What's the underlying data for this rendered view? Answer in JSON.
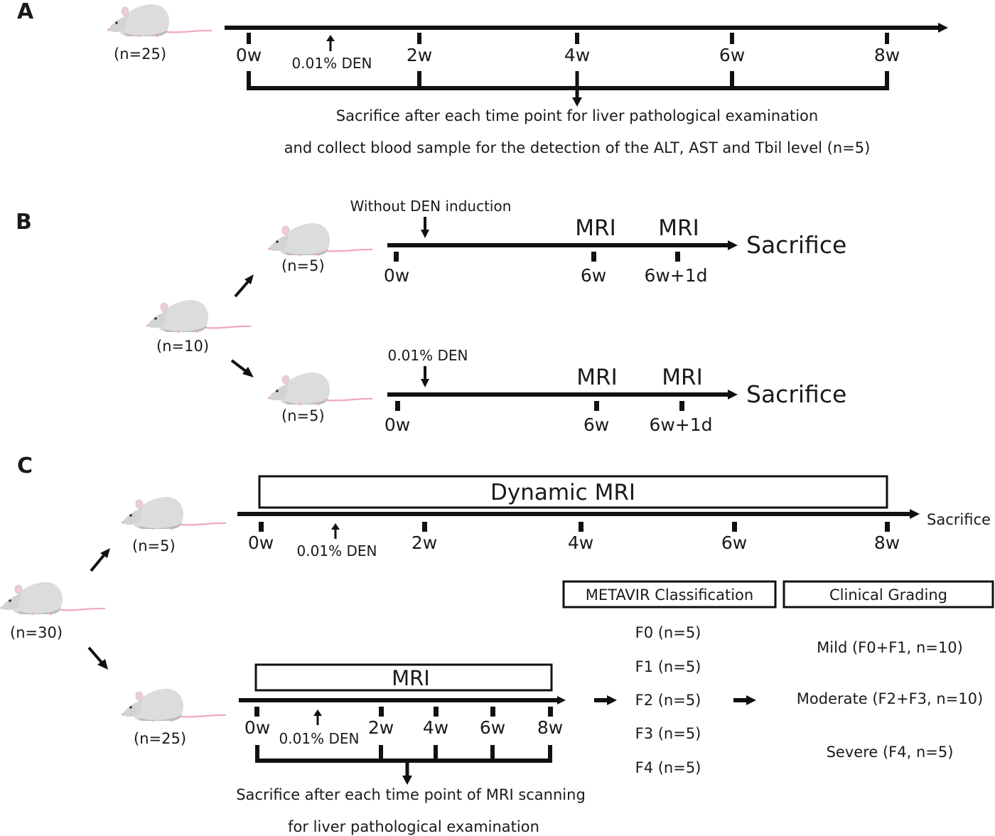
{
  "panels": {
    "a": {
      "letter": "A",
      "n": "(n=25)",
      "ticks": [
        "0w",
        "2w",
        "4w",
        "6w",
        "8w"
      ],
      "den": "0.01% DEN",
      "caption_line1": "Sacrifice after each time point for liver pathological examination",
      "caption_line2": "and collect blood sample for the detection of the ALT, AST and Tbil level  (n=5)"
    },
    "b": {
      "letter": "B",
      "n_root": "(n=10)",
      "top": {
        "n": "(n=5)",
        "note": "Without DEN induction",
        "mri1": "MRI",
        "mri2": "MRI",
        "ticks": [
          "0w",
          "6w",
          "6w+1d"
        ],
        "end": "Sacrifice"
      },
      "bottom": {
        "n": "(n=5)",
        "note": "0.01% DEN",
        "mri1": "MRI",
        "mri2": "MRI",
        "ticks": [
          "0w",
          "6w",
          "6w+1d"
        ],
        "end": "Sacrifice"
      }
    },
    "c": {
      "letter": "C",
      "n_root": "(n=30)",
      "top": {
        "n": "(n=5)",
        "box": "Dynamic MRI",
        "ticks": [
          "0w",
          "2w",
          "4w",
          "6w",
          "8w"
        ],
        "den": "0.01% DEN",
        "end": "Sacrifice"
      },
      "bottom": {
        "n": "(n=25)",
        "box": "MRI",
        "ticks": [
          "0w",
          "2w",
          "4w",
          "6w",
          "8w"
        ],
        "den": "0.01% DEN",
        "caption_line1": "Sacrifice after each time point of MRI scanning",
        "caption_line2": "for liver pathological examination"
      },
      "metavir": {
        "title": "METAVIR Classification",
        "items": [
          "F0 (n=5)",
          "F1 (n=5)",
          "F2 (n=5)",
          "F3 (n=5)",
          "F4 (n=5)"
        ]
      },
      "clinical": {
        "title": "Clinical Grading",
        "items": [
          "Mild (F0+F1, n=10)",
          "Moderate (F2+F3, n=10)",
          "Severe (F4, n=5)"
        ]
      }
    }
  },
  "colors": {
    "ink": "#111111",
    "rat_body": "#dcdcdc",
    "rat_shadow": "#bcbcbc",
    "rat_pink": "#f2a7bf"
  },
  "icons": [
    "rat-icon",
    "arrow-down-icon",
    "arrow-up-icon",
    "arrow-right-icon"
  ]
}
